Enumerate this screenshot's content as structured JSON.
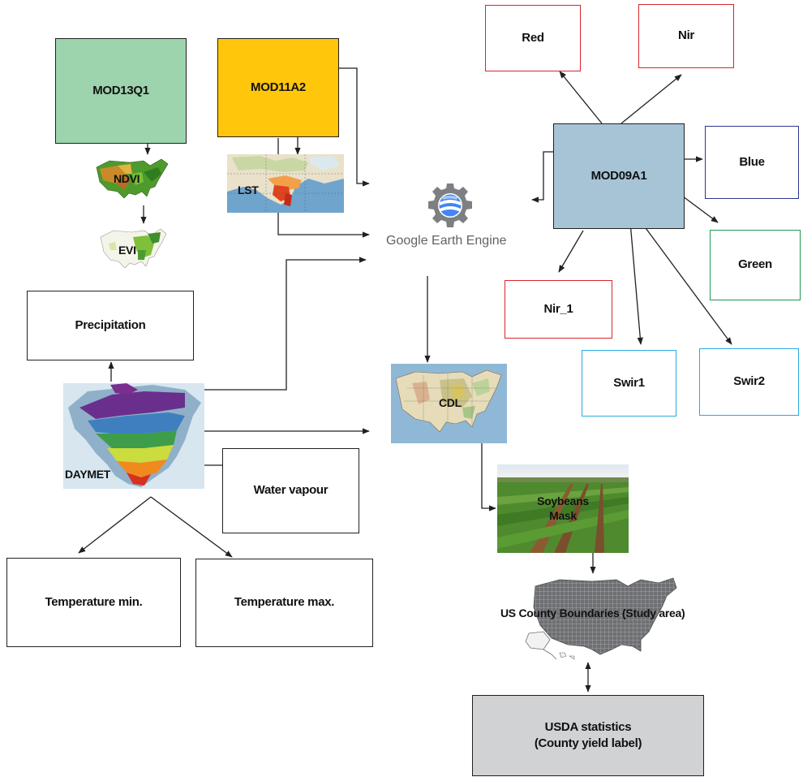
{
  "nodes": {
    "mod13q1": "MOD13Q1",
    "mod11a2": "MOD11A2",
    "ndvi": "NDVI",
    "evi": "EVI",
    "lst": "LST",
    "precipitation": "Precipitation",
    "daymet": "DAYMET",
    "water_vapour": "Water vapour",
    "temp_min": "Temperature min.",
    "temp_max": "Temperature max.",
    "gee": "Google Earth Engine",
    "cdl": "CDL",
    "soybeans_line1": "Soybeans",
    "soybeans_line2": "Mask",
    "county": "US County Boundaries (Study area)",
    "usda_line1": "USDA statistics",
    "usda_line2": "(County yield label)",
    "mod09a1": "MOD09A1",
    "red": "Red",
    "nir": "Nir",
    "blue": "Blue",
    "green": "Green",
    "nir_1": "Nir_1",
    "swir1": "Swir1",
    "swir2": "Swir2"
  },
  "colors": {
    "mod13q1_fill": "#9dd3ad",
    "mod11a2_fill": "#ffc60b",
    "mod09a1_fill": "#a6c4d6",
    "usda_fill": "#d1d2d4",
    "red_border": "#d7262b",
    "blue_border": "#2c3590",
    "green_border": "#1e9a4e",
    "swir_border": "#27aae1",
    "edge": "#231f20"
  },
  "icons": [
    "earth-engine-logo-icon",
    "us-ndvi-map-icon",
    "us-evi-map-icon",
    "north-america-lst-map-icon",
    "north-america-daymet-map-icon",
    "us-cdl-map-icon",
    "soybean-field-photo-icon",
    "us-county-map-icon"
  ]
}
